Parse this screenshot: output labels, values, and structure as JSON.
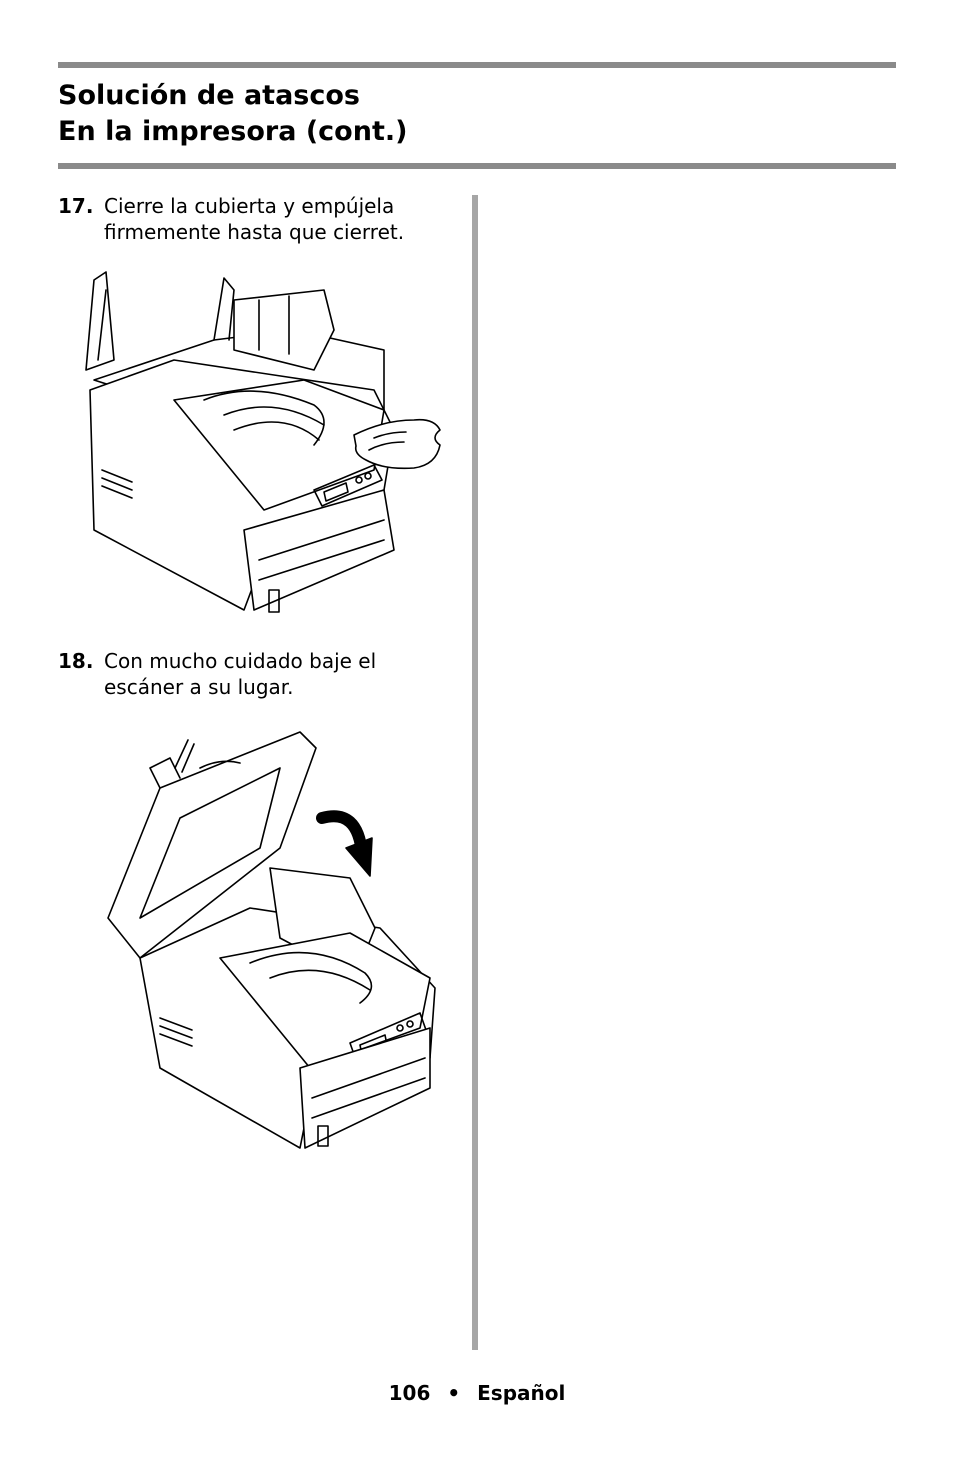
{
  "header": {
    "title_line1": "Solución de atascos",
    "title_line2": "En la impresora (cont.)"
  },
  "steps": [
    {
      "number": "17.",
      "lines": [
        "Cierre la cubierta y empújela",
        "firmemente hasta que cierret."
      ]
    },
    {
      "number": "18.",
      "lines": [
        "Con mucho cuidado baje el",
        "escáner a su lugar."
      ]
    }
  ],
  "footer": {
    "page_number": "106",
    "separator": "•",
    "language": "Español"
  },
  "colors": {
    "rule": "#8a8a8a",
    "divider": "#a6a6a6",
    "arrow": "#000000"
  }
}
